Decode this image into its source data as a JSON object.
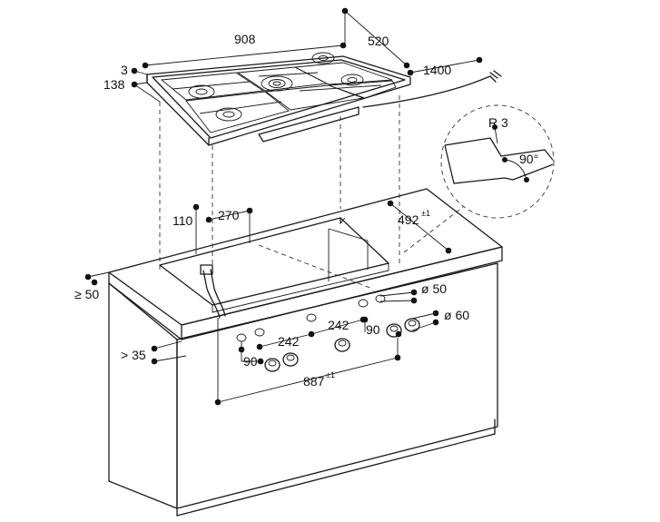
{
  "dimensions": {
    "hob_width": "908",
    "hob_depth": "520",
    "hob_top": "3",
    "hob_height": "138",
    "cable": "1400",
    "radius": "R 3",
    "angle": "90°",
    "cut_depth": "492",
    "cut_depth_tol": "±1",
    "gap_left": "110",
    "gap_front": "270",
    "edge_min": "≥ 50",
    "front_min": "> 35",
    "knob_dia_small": "ø 50",
    "knob_dia_large": "ø 60",
    "knob_gap_a": "242",
    "knob_gap_b": "242",
    "knob_pitch_a": "90",
    "knob_pitch_b": "90",
    "knob_span": "887",
    "knob_span_tol": "±1"
  }
}
